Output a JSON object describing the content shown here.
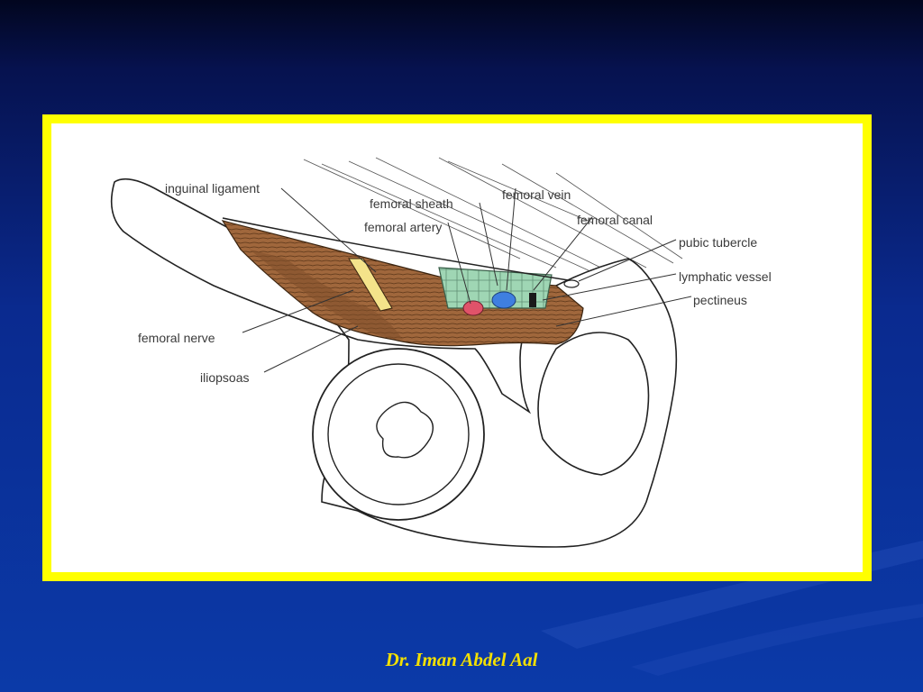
{
  "diagram": {
    "labels": {
      "inguinal_ligament": "inguinal ligament",
      "femoral_sheath": "femoral sheath",
      "femoral_vein": "femoral vein",
      "femoral_artery": "femoral artery",
      "femoral_canal": "femoral canal",
      "pubic_tubercle": "pubic tubercle",
      "lymphatic_vessel": "lymphatic vessel",
      "pectineus": "pectineus",
      "femoral_nerve": "femoral nerve",
      "iliopsoas": "iliopsoas"
    },
    "colors": {
      "muscle": "#a0673c",
      "sheath": "#9fd6b4",
      "nerve": "#f4e38a",
      "artery": "#e0536a",
      "vein": "#3f7fe0",
      "lymph": "#1a1a1a",
      "frame": "#ffff00"
    }
  },
  "footer": {
    "author": "Dr. Iman Abdel Aal"
  }
}
